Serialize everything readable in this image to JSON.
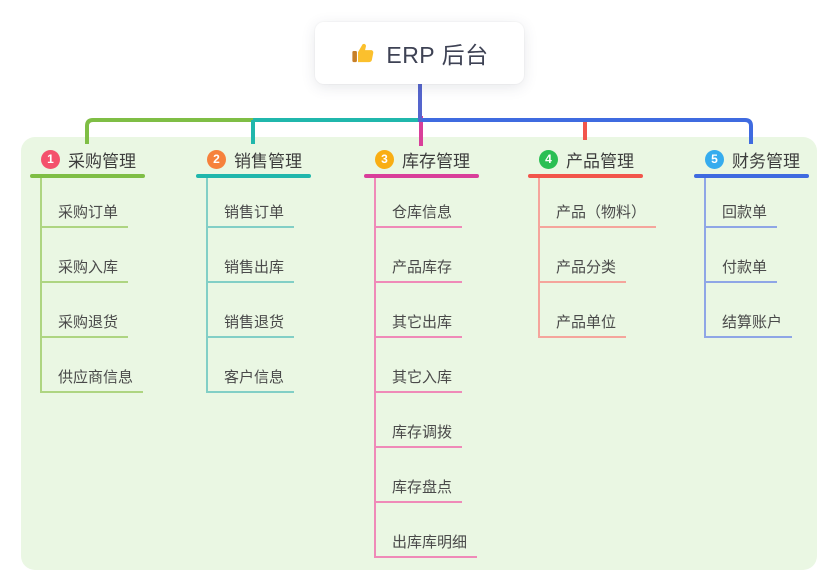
{
  "root": {
    "icon": "thumbs-up-icon",
    "title": "ERP 后台"
  },
  "branches": [
    {
      "number": "1",
      "title": "采购管理",
      "badge_color": "#f4516c",
      "line_color": "#7fbe45",
      "child_line_color": "#aed581",
      "children": [
        "采购订单",
        "采购入库",
        "采购退货",
        "供应商信息"
      ]
    },
    {
      "number": "2",
      "title": "销售管理",
      "badge_color": "#f6813c",
      "line_color": "#20b7ac",
      "child_line_color": "#82cfc6",
      "children": [
        "销售订单",
        "销售出库",
        "销售退货",
        "客户信息"
      ]
    },
    {
      "number": "3",
      "title": "库存管理",
      "badge_color": "#f9ae13",
      "line_color": "#d93f9a",
      "child_line_color": "#ef8ab8",
      "children": [
        "仓库信息",
        "产品库存",
        "其它出库",
        "其它入库",
        "库存调拨",
        "库存盘点",
        "出库库明细"
      ]
    },
    {
      "number": "4",
      "title": "产品管理",
      "badge_color": "#2abf53",
      "line_color": "#f2554b",
      "child_line_color": "#f5a59c",
      "children": [
        "产品（物料）",
        "产品分类",
        "产品单位"
      ]
    },
    {
      "number": "5",
      "title": "财务管理",
      "badge_color": "#35acee",
      "line_color": "#3f6be0",
      "child_line_color": "#8fa6e6",
      "children": [
        "回款单",
        "付款单",
        "结算账户"
      ]
    }
  ],
  "colors": {
    "page_bg": "#ffffff",
    "panel_bg": "#eaf7e3",
    "card_bg": "#ffffff",
    "root_line": "#5565cd",
    "title_text": "#3d3d3d",
    "child_text": "#4a4a4a",
    "root_text": "#3e4254",
    "thumb_hand": "#fbc02d",
    "thumb_cuff": "#c77f28"
  }
}
